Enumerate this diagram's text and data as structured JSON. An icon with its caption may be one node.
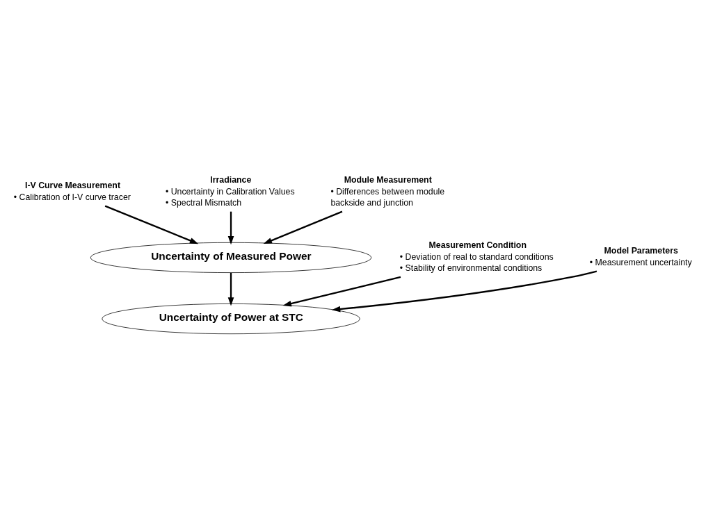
{
  "diagram": {
    "nodes": [
      {
        "text": [
          "I-V Curve Measurement",
          "• Calibration of I-V curve tracer"
        ]
      },
      {
        "text": [
          "Irradiance",
          "• Uncertainty in Calibration Values",
          "• Spectral Mismatch"
        ]
      },
      {
        "text": [
          "Module Measurement",
          "• Differences between module backside and junction"
        ]
      },
      {
        "text": [
          "Uncertainty of Measured Power"
        ]
      },
      {
        "text": [
          "Measurement Condition",
          "• Deviation of real to standard conditions",
          "• Stability of environmental conditions"
        ]
      },
      {
        "text": [
          "Model Parameters",
          "• Measurement uncertainty"
        ]
      },
      {
        "text": [
          "Uncertainty of Power at STC"
        ]
      }
    ],
    "edges": [
      {
        "from": 1,
        "to": 3,
        "arrow": "to"
      },
      {
        "from": 0,
        "to": 3,
        "arrow": "to"
      },
      {
        "from": 2,
        "to": 3,
        "arrow": "to"
      },
      {
        "from": 3,
        "to": 6,
        "arrow": "to"
      },
      {
        "from": 4,
        "to": 6,
        "arrow": "to"
      },
      {
        "from": 5,
        "to": 6,
        "arrow": "to"
      }
    ]
  }
}
